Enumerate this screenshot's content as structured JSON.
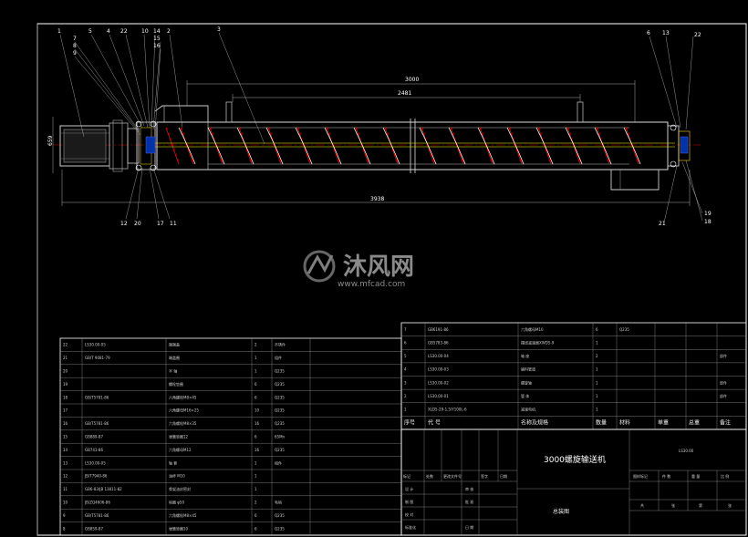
{
  "watermark": {
    "brand": "沐风网",
    "url": "www.mfcad.com"
  },
  "dimensions": {
    "overall_top": "3000",
    "inner_top": "2481",
    "overall_bottom": "3938",
    "height": "659"
  },
  "callouts_top_left": [
    "1",
    "7",
    "8",
    "9",
    "5",
    "4",
    "22",
    "10",
    "14",
    "15",
    "16",
    "2",
    "3"
  ],
  "callouts_bottom_left": [
    "12",
    "20",
    "17",
    "11"
  ],
  "callouts_top_right": [
    "6",
    "13",
    "22"
  ],
  "callouts_bottom_right": [
    "21",
    "19",
    "18"
  ],
  "bom_left": {
    "rows": [
      [
        "22",
        "LS30.00-05",
        "端端盖",
        "2",
        "不锈件"
      ],
      [
        "21",
        "GB/T 9081-79",
        "端盖圈",
        "1",
        "组件"
      ],
      [
        "20",
        "",
        "半 轴",
        "1",
        "Q235"
      ],
      [
        "19",
        "",
        "螺栓垫圈",
        "6",
        "Q235"
      ],
      [
        "18",
        "GB/T5781-86",
        "六角螺栓M8×45",
        "6",
        "Q235"
      ],
      [
        "17",
        "",
        "六角螺母M16×25",
        "10",
        "Q235"
      ],
      [
        "16",
        "GB/T5781-86",
        "六角螺栓M8×35",
        "16",
        "Q235"
      ],
      [
        "15",
        "GB889-87",
        "弹簧垫圈12",
        "6",
        "65Mn"
      ],
      [
        "14",
        "GB741-86",
        "六角螺母M12",
        "16",
        "Q235"
      ],
      [
        "13",
        "LS30.00-05",
        "轴 套",
        "1",
        "组件"
      ],
      [
        "12",
        "JB/T7940-86",
        "油杯 M10",
        "1",
        ""
      ],
      [
        "11",
        "GB6-83/JB 13811-82",
        "骨架油封密封",
        "1",
        ""
      ],
      [
        "10",
        "JB/ZQ4606-86",
        "毡圈 φ50",
        "2",
        "毛毡"
      ],
      [
        "9",
        "GB/T5781-86",
        "六角螺栓M8×45",
        "6",
        "Q235"
      ],
      [
        "8",
        "GB859-87",
        "弹簧垫圈10",
        "6",
        "Q235"
      ]
    ]
  },
  "bom_right": {
    "rows": [
      [
        "7",
        "GB6191-86",
        "六角螺母M10",
        "6",
        "Q235",
        ""
      ],
      [
        "6",
        "GB5783-86",
        "摆线减速器XWD5-9",
        "1",
        "",
        ""
      ],
      [
        "5",
        "LS30.00-04",
        "轴 座",
        "2",
        "",
        "部件"
      ],
      [
        "4",
        "LS30.00-03",
        "输料管道",
        "1",
        "",
        ""
      ],
      [
        "3",
        "LS30.00-02",
        "螺旋轴",
        "1",
        "",
        "部件"
      ],
      [
        "2",
        "LS30.00-01",
        "管 体",
        "1",
        "",
        "部件"
      ],
      [
        "1",
        "XLD5-29-1.5/Y100L-6",
        "减速电机",
        "1",
        "",
        ""
      ]
    ],
    "headers": [
      "序号",
      "代 号",
      "名称及规格",
      "数量",
      "材料",
      "单重",
      "总重",
      "备注"
    ]
  },
  "title_block": {
    "drawing_title": "3000螺旋输送机",
    "drawing_number": "LS30.00",
    "sheet_name": "总装图",
    "rev_headers": [
      "标记",
      "处数",
      "更改文件号",
      "签字",
      "日期"
    ],
    "roles_left": [
      "设 计",
      "制 图",
      "校 对",
      "标准化"
    ],
    "roles_right": [
      "审 核",
      "批 准",
      "",
      "日 期"
    ],
    "stage_headers": [
      "图样标记",
      "件 数",
      "重 量",
      "比 例"
    ],
    "sheet_info": [
      "共",
      "张",
      "第",
      "张"
    ]
  }
}
